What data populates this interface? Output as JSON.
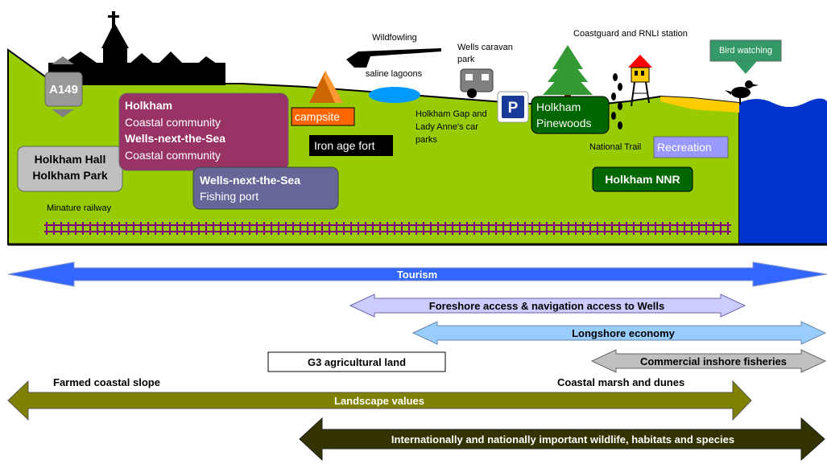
{
  "colors": {
    "land": "#99cc00",
    "sea": "#0033cc",
    "silhouette": "#000000",
    "holkham_box": "#993366",
    "wells_port_box": "#666699",
    "pinewoods_box": "#006600",
    "nnr_box": "#006600",
    "recreation_box": "#9999ff",
    "campsite_box": "#ff6600",
    "hall_box": "#c0c0c0",
    "bird_box": "#339966",
    "railway": "#800080",
    "tourism": "#3366ff",
    "foreshore": "#ccccff",
    "longshore": "#99ccff",
    "fisheries": "#c0c0c0",
    "landscape": "#808000",
    "wildlife": "#333300"
  },
  "map_labels": {
    "a149": "A149",
    "holkham_hall_line1": "Holkham Hall",
    "holkham_hall_line2": "Holkham Park",
    "holkham_title": "Holkham",
    "holkham_sub": "Coastal community",
    "wells_title": "Wells-next-the-Sea",
    "wells_sub": "Coastal community",
    "wells_port_title": "Wells-next-the-Sea",
    "wells_port_sub": "Fishing port",
    "campsite": "campsite",
    "iron_age_fort": "Iron age fort",
    "wildfowling": "Wildfowling",
    "saline_lagoons": "saline lagoons",
    "caravan_line1": "Wells caravan",
    "caravan_line2": "park",
    "parking_sign": "P",
    "gap_line1": "Holkham Gap and",
    "gap_line2": "Lady Anne's car",
    "gap_line3": "parks",
    "coastguard": "Coastguard and RNLI station",
    "pinewoods_line1": "Holkham",
    "pinewoods_line2": "Pinewoods",
    "national_trail": "National Trail",
    "recreation": "Recreation",
    "nnr": "Holkham NNR",
    "bird_watching": "Bird watching",
    "minature_railway": "Minature railway"
  },
  "arrows": {
    "tourism": "Tourism",
    "foreshore": "Foreshore access & navigation access to Wells",
    "longshore": "Longshore economy",
    "fisheries": "Commercial inshore fisheries",
    "g3": "G3  agricultural land",
    "farmed_slope": "Farmed coastal slope",
    "coastal_marsh": "Coastal marsh and dunes",
    "landscape": "Landscape values",
    "wildlife": "Internationally and nationally important wildlife, habitats and species"
  }
}
